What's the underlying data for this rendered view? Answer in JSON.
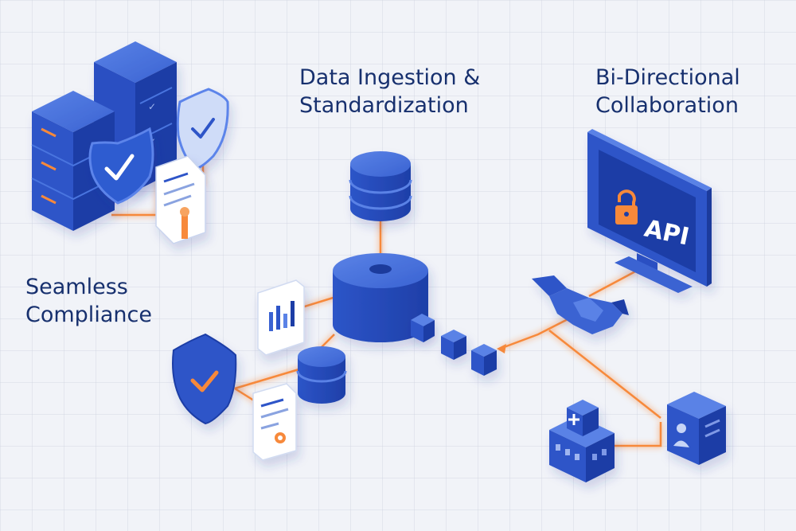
{
  "labels": {
    "ingestion": [
      "Data Ingestion &",
      "Standardization"
    ],
    "collaboration": [
      "Bi-Directional",
      "Collaboration"
    ],
    "compliance": [
      "Seamless",
      "Compliance"
    ]
  },
  "monitor": {
    "badge_text": "API"
  },
  "colors": {
    "background": "#f1f3f8",
    "primary_blue": "#2d55c8",
    "dark_blue": "#1b3a9c",
    "light_blue": "#4a74df",
    "accent_orange": "#f7893a",
    "label_text": "#17306e"
  },
  "icons": [
    "server-rack-icon",
    "shield-check-icon",
    "document-certificate-icon",
    "database-icon",
    "monitor-icon",
    "lock-icon",
    "handshake-icon",
    "bar-chart-icon",
    "hospital-icon",
    "contact-card-icon",
    "data-block-icon"
  ]
}
